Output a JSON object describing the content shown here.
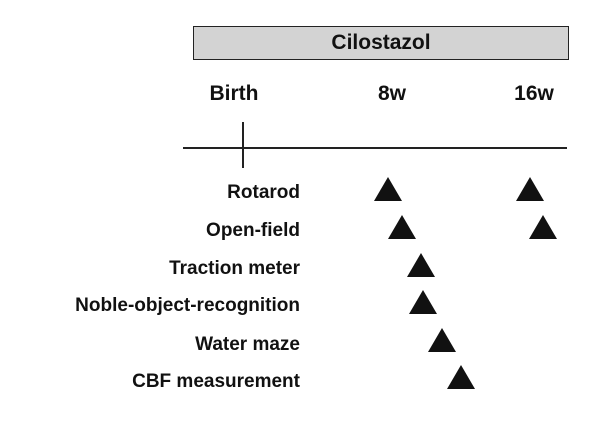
{
  "drug_bar": {
    "label": "Cilostazol"
  },
  "timepoints": [
    {
      "label": "Birth"
    },
    {
      "label": "8w"
    },
    {
      "label": "16w"
    }
  ],
  "tests": [
    {
      "label": "Rotarod"
    },
    {
      "label": "Open-field"
    },
    {
      "label": "Traction meter"
    },
    {
      "label": "Noble-object-recognition"
    },
    {
      "label": "Water maze"
    },
    {
      "label": "CBF measurement"
    }
  ]
}
